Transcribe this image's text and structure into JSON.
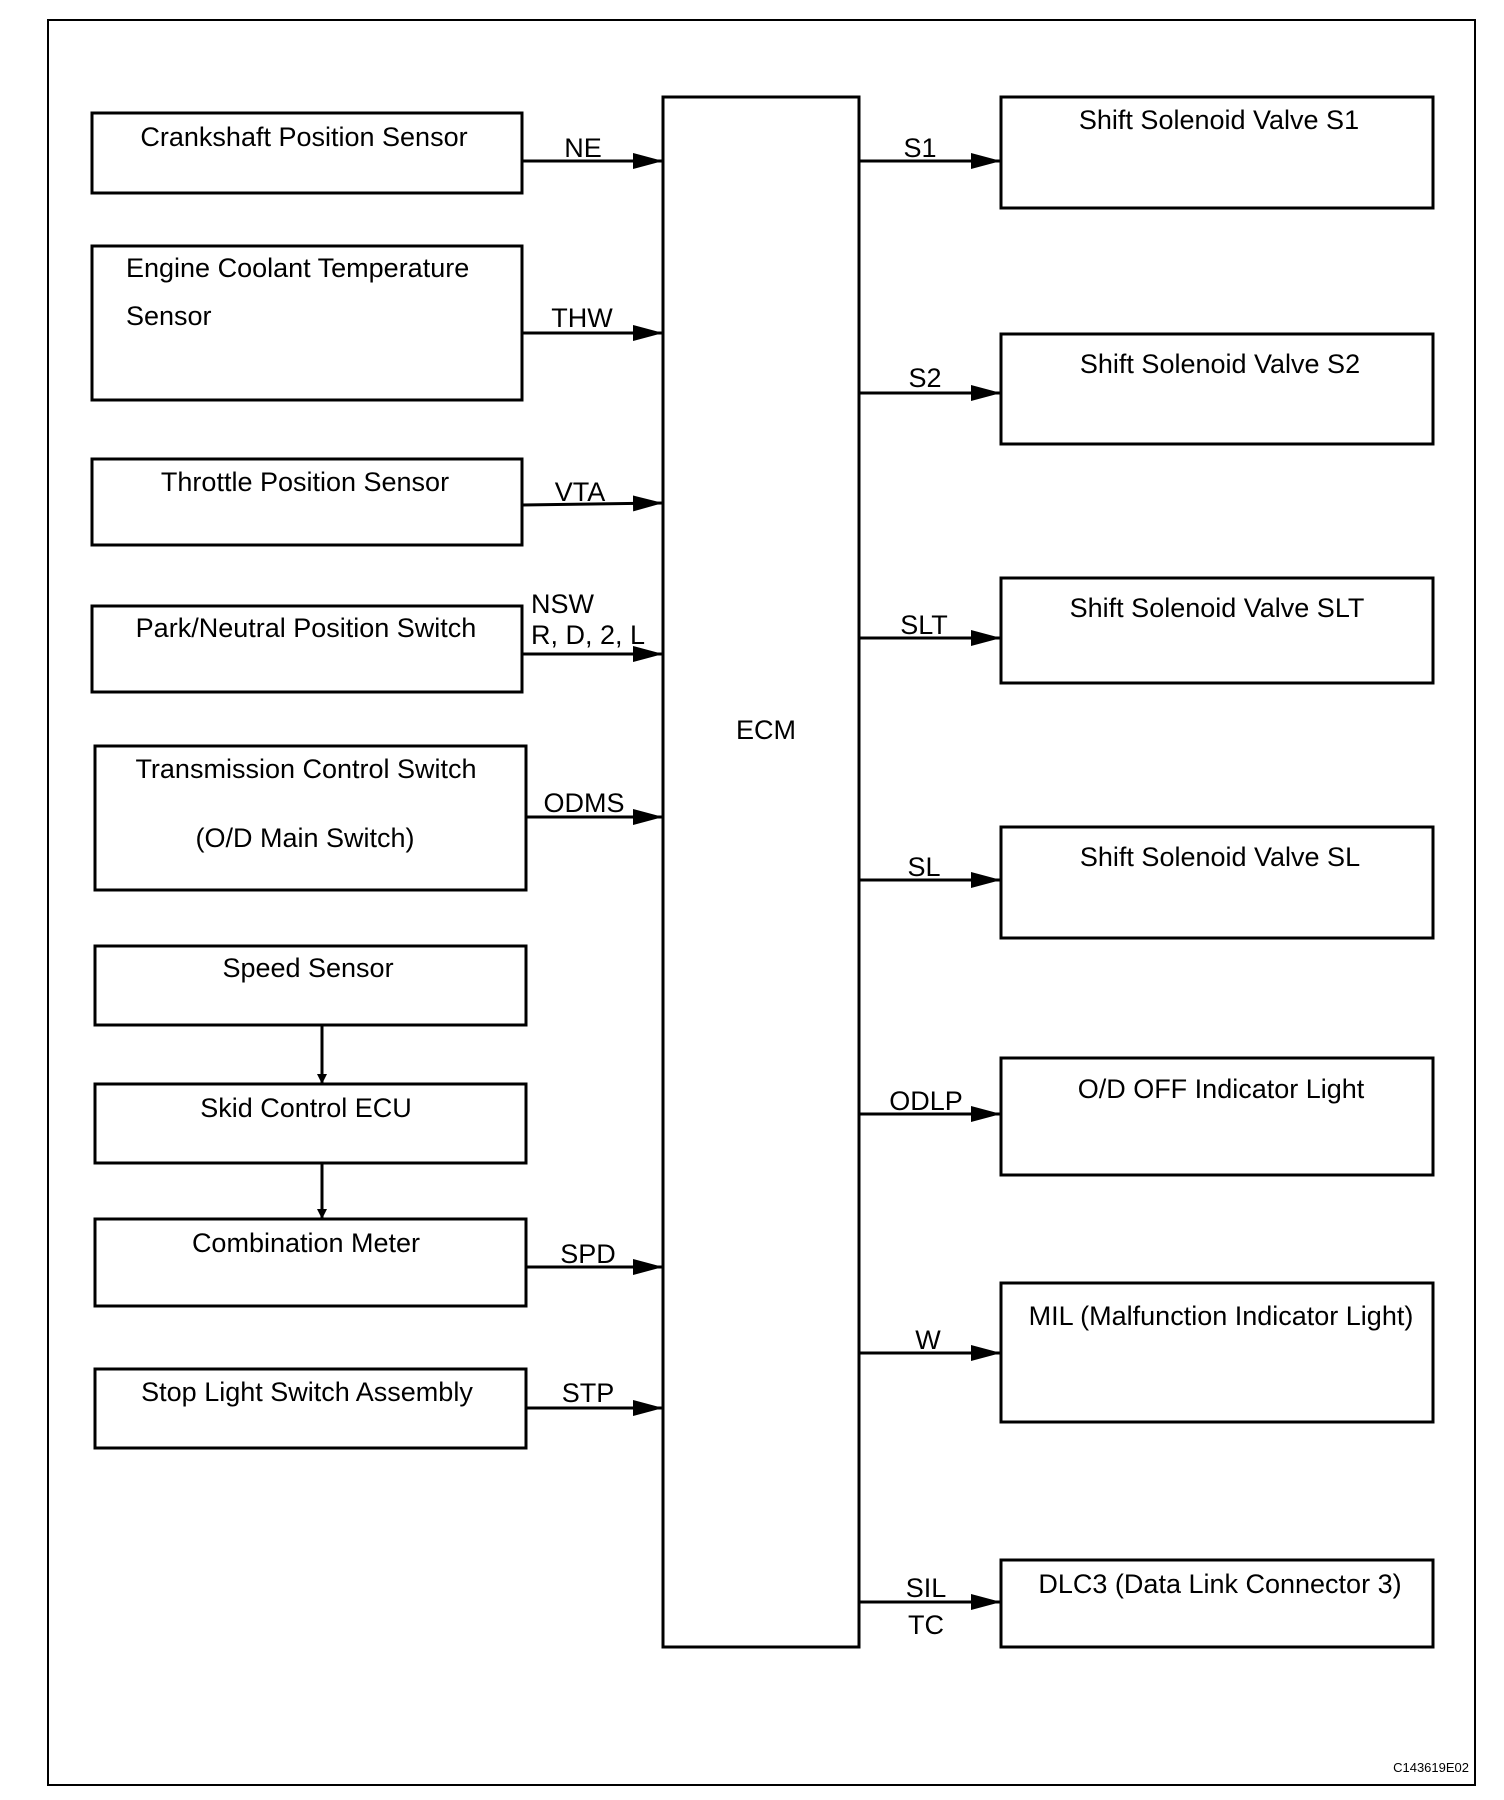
{
  "diagram": {
    "ecm_label": "ECM",
    "figure_code": "C143619E02",
    "inputs": [
      {
        "lines": [
          "Crankshaft Position Sensor"
        ],
        "signal": [
          "NE"
        ]
      },
      {
        "lines": [
          "Engine Coolant Temperature",
          "Sensor"
        ],
        "signal": [
          "THW"
        ]
      },
      {
        "lines": [
          "Throttle Position Sensor"
        ],
        "signal": [
          "VTA"
        ]
      },
      {
        "lines": [
          "Park/Neutral Position Switch"
        ],
        "signal": [
          "NSW",
          "R, D, 2, L"
        ]
      },
      {
        "lines": [
          "Transmission Control Switch",
          "(O/D Main Switch)"
        ],
        "signal": [
          "ODMS"
        ]
      },
      {
        "lines": [
          "Speed Sensor"
        ],
        "signal": []
      },
      {
        "lines": [
          "Skid Control ECU"
        ],
        "signal": []
      },
      {
        "lines": [
          "Combination Meter"
        ],
        "signal": [
          "SPD"
        ]
      },
      {
        "lines": [
          "Stop Light Switch Assembly"
        ],
        "signal": [
          "STP"
        ]
      }
    ],
    "outputs": [
      {
        "lines": [
          "Shift Solenoid Valve S1"
        ],
        "signal": [
          "S1"
        ]
      },
      {
        "lines": [
          "Shift Solenoid Valve S2"
        ],
        "signal": [
          "S2"
        ]
      },
      {
        "lines": [
          "Shift Solenoid Valve SLT"
        ],
        "signal": [
          "SLT"
        ]
      },
      {
        "lines": [
          "Shift Solenoid Valve SL"
        ],
        "signal": [
          "SL"
        ]
      },
      {
        "lines": [
          "O/D OFF Indicator Light"
        ],
        "signal": [
          "ODLP"
        ]
      },
      {
        "lines": [
          "MIL (Malfunction Indicator Light)"
        ],
        "signal": [
          "W"
        ]
      },
      {
        "lines": [
          "DLC3 (Data Link Connector 3)"
        ],
        "signal": [
          "SIL",
          "TC"
        ]
      }
    ]
  }
}
